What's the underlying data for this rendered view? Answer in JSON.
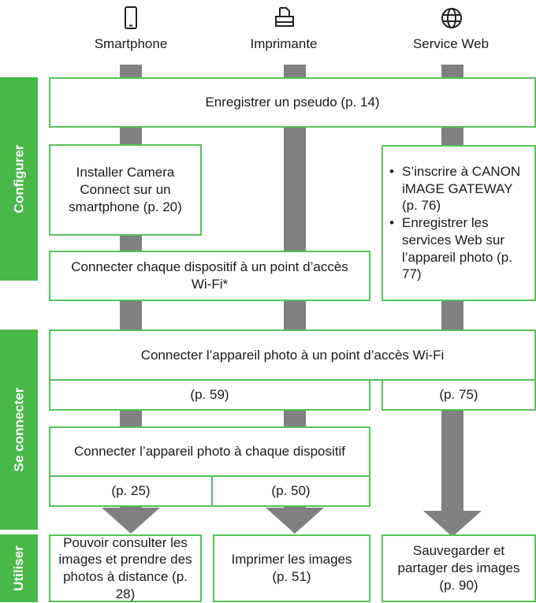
{
  "columns": {
    "smartphone": {
      "label": "Smartphone",
      "icon": "smartphone-icon"
    },
    "printer": {
      "label": "Imprimante",
      "icon": "printer-icon"
    },
    "web": {
      "label": "Service Web",
      "icon": "globe-icon"
    }
  },
  "sections": {
    "configure": "Configurer",
    "connect": "Se connecter",
    "use": "Utiliser"
  },
  "configure": {
    "nickname": "Enregistrer un pseudo (p. 14)",
    "install": "Installer Camera Connect sur un smartphone (p. 20)",
    "access_point": "Connecter chaque dispositif à un point d’accès Wi-Fi*",
    "web_steps": [
      "S’inscrire à CANON iMAGE GATEWAY (p. 76)",
      "Enregistrer les services Web sur l’appareil photo (p. 77)"
    ]
  },
  "connect": {
    "camera_ap": "Connecter l’appareil photo à un point d’accès Wi-Fi",
    "page_left": "(p. 59)",
    "page_right": "(p. 75)",
    "each_device": "Connecter l’appareil photo à chaque dispositif",
    "page_smartphone": "(p. 25)",
    "page_printer": "(p. 50)"
  },
  "use": {
    "smartphone": "Pouvoir consulter les images et prendre des photos à distance (p. 28)",
    "printer": "Imprimer les images (p. 51)",
    "web": "Sauvegarder et partager des images (p. 90)"
  },
  "colors": {
    "green": "#48b849",
    "border": "#58c25a",
    "gray": "#808080"
  }
}
